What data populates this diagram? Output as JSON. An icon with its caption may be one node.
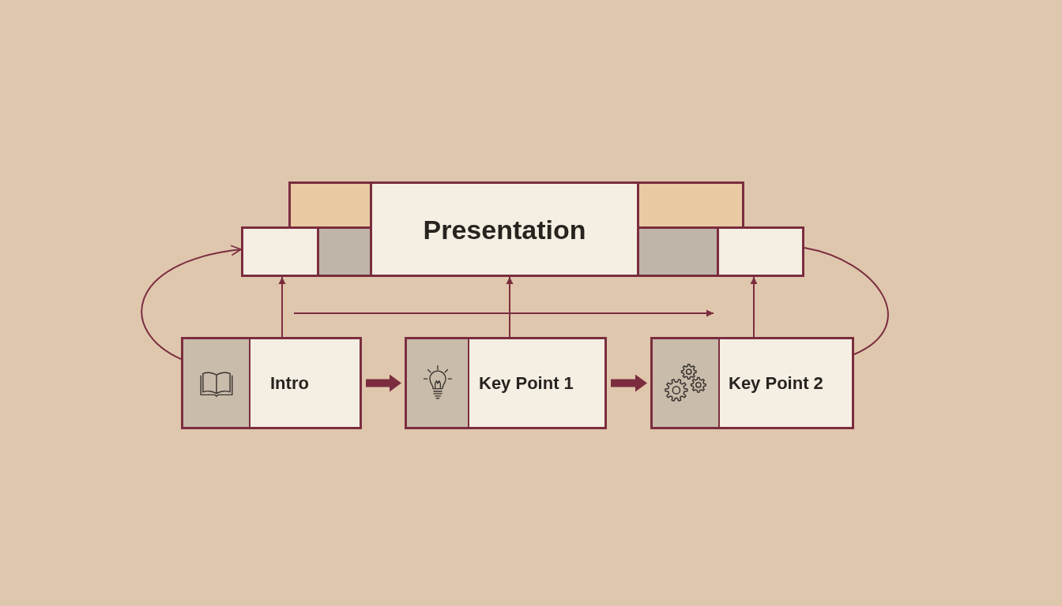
{
  "diagram": {
    "nodes": [
      {
        "text": [],
        "shape": "box"
      },
      {
        "text": [
          "Presentation"
        ]
      },
      {
        "text": [],
        "shape": "box"
      },
      {
        "text": [],
        "shape": "box"
      },
      {
        "text": [],
        "shape": "box"
      },
      {
        "text": [],
        "shape": "box"
      },
      {
        "text": [],
        "shape": "box"
      },
      {
        "text": [
          "Intro"
        ]
      },
      {
        "text": [
          "Key Point 1"
        ]
      },
      {
        "text": [
          "Key Point 2"
        ]
      }
    ],
    "edges": [
      {
        "from": 7,
        "to": 8,
        "arrow": "to",
        "style": "thick"
      },
      {
        "from": 8,
        "to": 9,
        "arrow": "to",
        "style": "thick"
      },
      {
        "from": 7,
        "to": 3,
        "arrow": "to"
      },
      {
        "from": 8,
        "to": 1,
        "arrow": "to"
      },
      {
        "from": 9,
        "to": 6,
        "arrow": "to"
      },
      {
        "from": 7,
        "to": 3,
        "arrow": "to"
      },
      {
        "from": 6,
        "to": 9,
        "arrow": "none"
      }
    ]
  }
}
